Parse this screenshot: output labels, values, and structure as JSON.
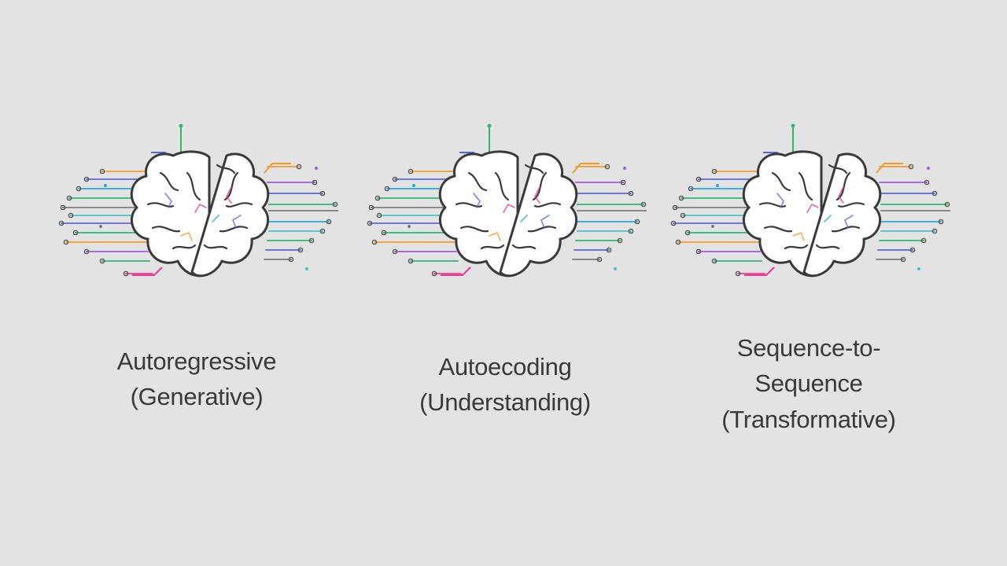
{
  "colors": {
    "background": "#e3e3e3",
    "outline": "#3a3a3a",
    "text": "#3a3a3a",
    "lines": [
      "#5a63d8",
      "#2bb673",
      "#f39a2b",
      "#e7398f",
      "#2aa7d6",
      "#9b5de5",
      "#45c2c4",
      "#7a7a7a"
    ]
  },
  "panels": [
    {
      "icon": "brain-icon",
      "label_lines": [
        "Autoregressive",
        "(Generative)"
      ]
    },
    {
      "icon": "brain-icon",
      "label_lines": [
        "Autoecoding",
        "(Understanding)"
      ]
    },
    {
      "icon": "brain-icon",
      "label_lines": [
        "Sequence-to-",
        "Sequence",
        "(Transformative)"
      ]
    }
  ]
}
